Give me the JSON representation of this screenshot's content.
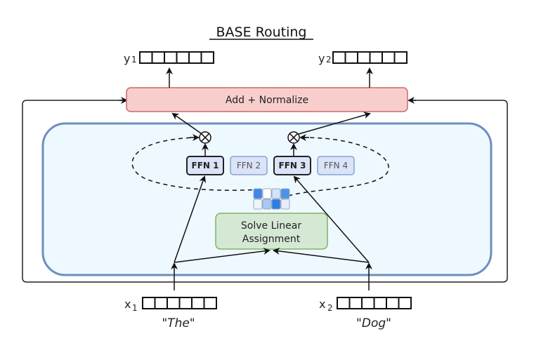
{
  "title": "BASE Routing",
  "outputs": [
    {
      "var": "y",
      "sub": "1"
    },
    {
      "var": "y",
      "sub": "2"
    }
  ],
  "inputs": [
    {
      "var": "x",
      "sub": "1",
      "token": "\"The\""
    },
    {
      "var": "x",
      "sub": "2",
      "token": "\"Dog\""
    }
  ],
  "add_normalize": {
    "label": "Add + Normalize"
  },
  "experts": [
    {
      "label": "FFN 1",
      "active": true
    },
    {
      "label": "FFN 2",
      "active": false
    },
    {
      "label": "FFN 3",
      "active": true
    },
    {
      "label": "FFN 4",
      "active": false
    }
  ],
  "solver": {
    "line1": "Solve Linear",
    "line2": "Assignment"
  },
  "vector_cells": 6,
  "assignment_matrix": [
    [
      "#3f86e8",
      "#ffffff",
      "#d3e4f8",
      "#4b93ea"
    ],
    [
      "#eef4fc",
      "#a9c9f2",
      "#2f7de3",
      "#e6eef9"
    ]
  ],
  "colors": {
    "add_norm_fill": "#f8cecc",
    "add_norm_stroke": "#c96a6a",
    "moe_fill": "#eef8ff",
    "moe_stroke": "#6c8ebf",
    "ffn_fill": "#dae3f7",
    "ffn_active_stroke": "#222222",
    "ffn_inactive_stroke": "#8aa3cf",
    "solver_fill": "#d5e8d4",
    "solver_stroke": "#82b366"
  }
}
